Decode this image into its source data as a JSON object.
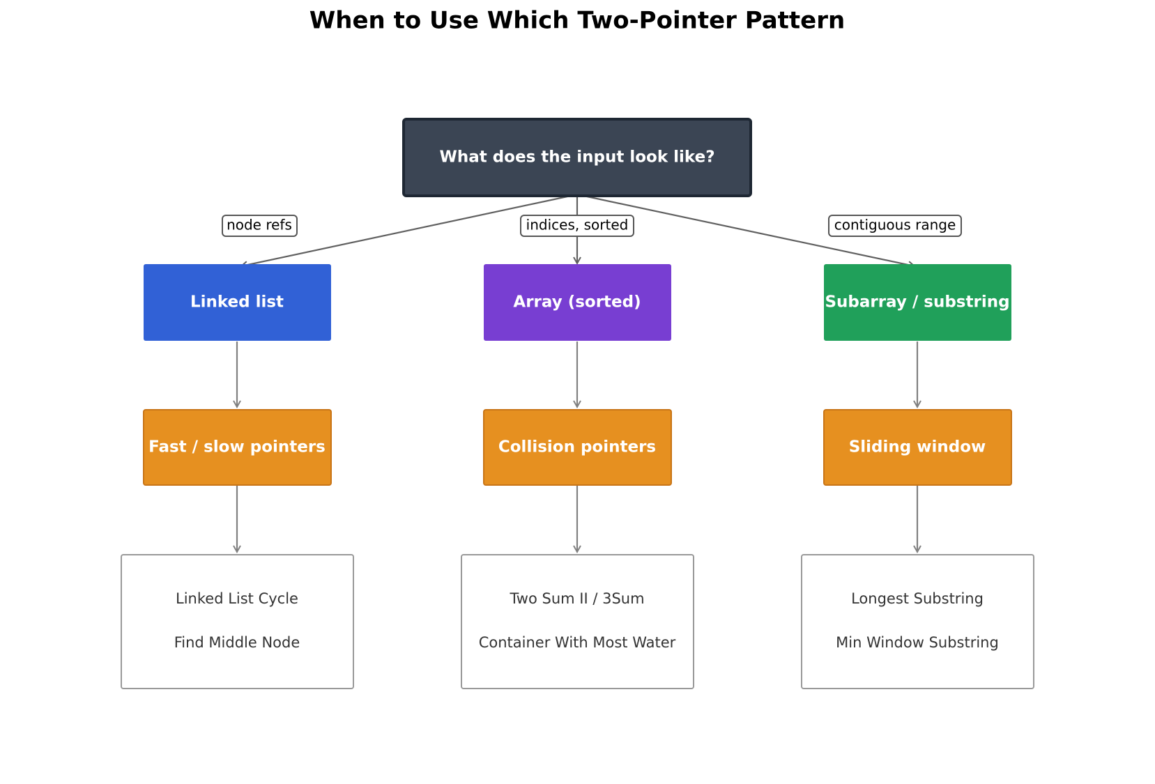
{
  "title": "When to Use Which Two-Pointer Pattern",
  "root": {
    "label": "What does the input look like?",
    "color": "#3b4554",
    "border": "#1e2733"
  },
  "branches": [
    {
      "edge_label": "node refs",
      "input": {
        "label": "Linked list",
        "color": "#3161d6"
      },
      "pattern": {
        "label": "Fast / slow pointers",
        "color": "#e69020"
      },
      "examples": [
        "Linked List Cycle",
        "Find Middle Node"
      ]
    },
    {
      "edge_label": "indices, sorted",
      "input": {
        "label": "Array (sorted)",
        "color": "#783ed2"
      },
      "pattern": {
        "label": "Collision pointers",
        "color": "#e69020"
      },
      "examples": [
        "Two Sum II / 3Sum",
        "Container With Most Water"
      ]
    },
    {
      "edge_label": "contiguous range",
      "input": {
        "label": "Subarray / substring",
        "color": "#20a05a"
      },
      "pattern": {
        "label": "Sliding window",
        "color": "#e69020"
      },
      "examples": [
        "Longest Substring",
        "Min Window Substring"
      ]
    }
  ]
}
